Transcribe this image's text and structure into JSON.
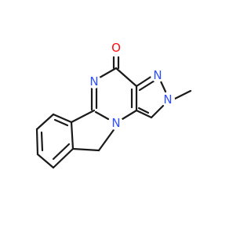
{
  "molecule": {
    "atoms": {
      "O": {
        "label": "O",
        "color": "#ff0d0d"
      },
      "N_pyrimidine": {
        "label": "N",
        "color": "#3050f8"
      },
      "N_pyrazole_a": {
        "label": "N",
        "color": "#3050f8"
      },
      "N_pyrazole_b": {
        "label": "N",
        "color": "#3050f8"
      },
      "N_bridge": {
        "label": "N",
        "color": "#3050f8"
      }
    },
    "bond_color": "#1a1a1a"
  }
}
